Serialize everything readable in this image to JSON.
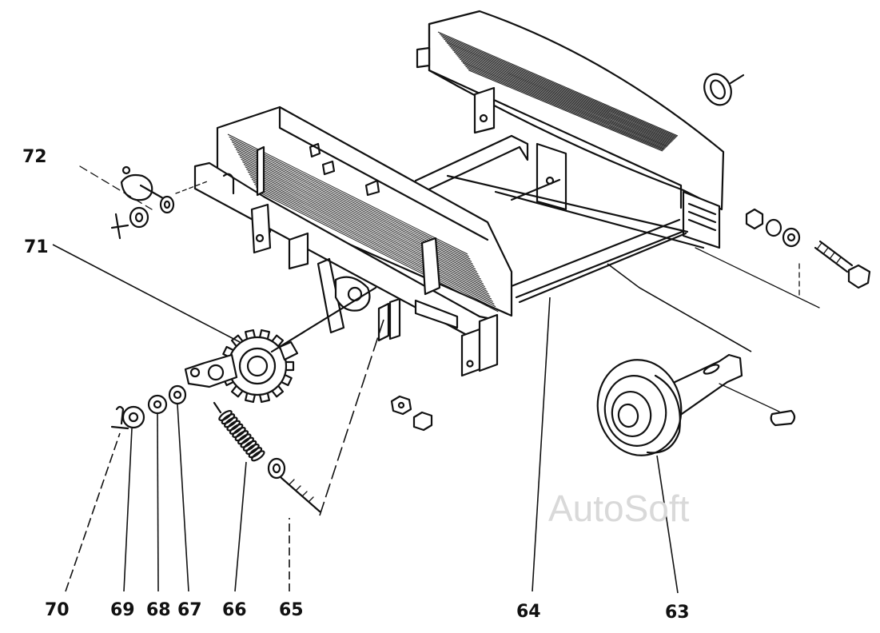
{
  "watermark": "AutoSoft",
  "callouts": [
    {
      "id": "72",
      "text": "72"
    },
    {
      "id": "71",
      "text": "71"
    },
    {
      "id": "70",
      "text": "70"
    },
    {
      "id": "69",
      "text": "69"
    },
    {
      "id": "68",
      "text": "68"
    },
    {
      "id": "67",
      "text": "67"
    },
    {
      "id": "66",
      "text": "66"
    },
    {
      "id": "65",
      "text": "65"
    },
    {
      "id": "64",
      "text": "64"
    },
    {
      "id": "63",
      "text": "63"
    }
  ],
  "colors": {
    "ink": "#111111",
    "paper": "#ffffff",
    "watermark": "#d9d9d9"
  }
}
